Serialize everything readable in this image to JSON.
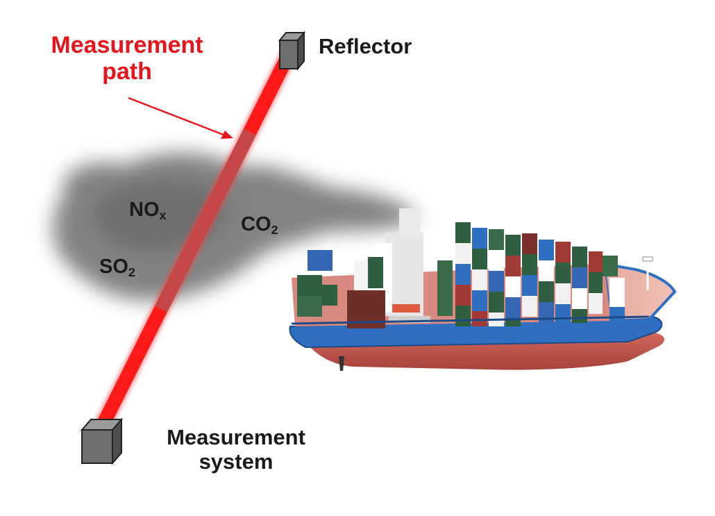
{
  "labels": {
    "measurement_path": [
      "Measurement",
      "path"
    ],
    "reflector": "Reflector",
    "measurement_system": [
      "Measurement",
      "system"
    ]
  },
  "gases": {
    "nox": {
      "main": "NO",
      "sub": "x"
    },
    "co2": {
      "main": "CO",
      "sub": "2"
    },
    "so2": {
      "main": "SO",
      "sub": "2"
    }
  },
  "colors": {
    "beam": "#ff1a1a",
    "path_label": "#e8141b",
    "smoke": "#7d7d7d",
    "box": "#6e6e6e",
    "hull_blue": "#2f6fc1",
    "hull_red": "#c0544a"
  },
  "icons": {
    "reflector": "cube-icon",
    "measurement_system": "cube-icon",
    "ship": "container-ship-illustration"
  }
}
